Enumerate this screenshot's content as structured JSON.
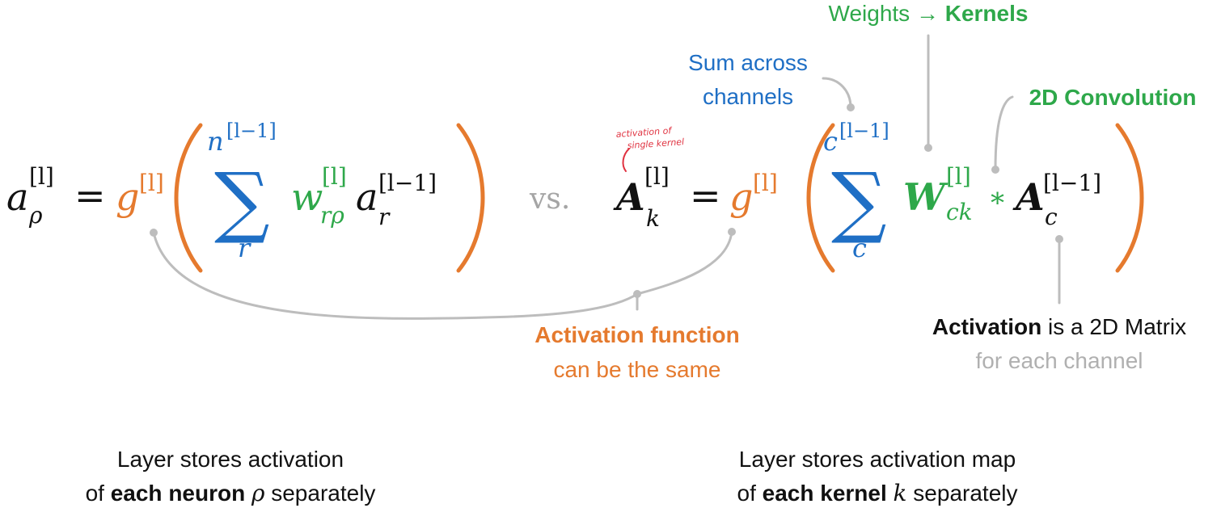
{
  "colors": {
    "black": "#111111",
    "orange": "#E57A2E",
    "blue": "#1F6FC5",
    "green": "#2EA84A",
    "gray": "#B0B0B0",
    "red": "#E03240"
  },
  "left_equation": {
    "output": "a",
    "output_sub": "ρ",
    "output_sup": "[l]",
    "equals": "=",
    "activation": "g",
    "activation_sup": "[l]",
    "sum_upper_var": "n",
    "sum_upper_sup": "[l−1]",
    "sum_sign": "∑",
    "sum_index": "r",
    "weight": "w",
    "weight_sub": "rρ",
    "weight_sup": "[l]",
    "input": "a",
    "input_sub": "r",
    "input_sup": "[l−1]"
  },
  "vs_label": "vs.",
  "right_equation": {
    "output": "A",
    "output_sub": "k",
    "output_sup": "[l]",
    "equals": "=",
    "activation": "g",
    "activation_sup": "[l]",
    "sum_upper_var": "c",
    "sum_upper_sup": "[l−1]",
    "sum_sign": "∑",
    "sum_index": "c",
    "kernel": "W",
    "kernel_sub": "ck",
    "kernel_sup": "[l]",
    "conv_op": "∗",
    "input": "A",
    "input_sub": "c",
    "input_sup": "[l−1]"
  },
  "annotations": {
    "weights_kernels_prefix": "Weights →",
    "weights_kernels_bold": "Kernels",
    "sum_across_line1": "Sum across",
    "sum_across_line2": "channels",
    "convolution": "2D Convolution",
    "activation_single_line1": "activation of",
    "activation_single_line2": "single kernel",
    "activation_function_line1": "Activation function",
    "activation_function_line2": "can be the same",
    "matrix_bold": "Activation",
    "matrix_rest": " is a 2D Matrix",
    "matrix_line2": "for each channel"
  },
  "captions": {
    "left_line1": "Layer stores activation",
    "left_line2_prefix": "of ",
    "left_line2_bold": "each neuron",
    "left_line2_symbol": "ρ",
    "left_line2_suffix": " separately",
    "right_line1": "Layer stores activation map",
    "right_line2_prefix": "of ",
    "right_line2_bold": "each kernel",
    "right_line2_symbol": "k",
    "right_line2_suffix": " separately"
  }
}
